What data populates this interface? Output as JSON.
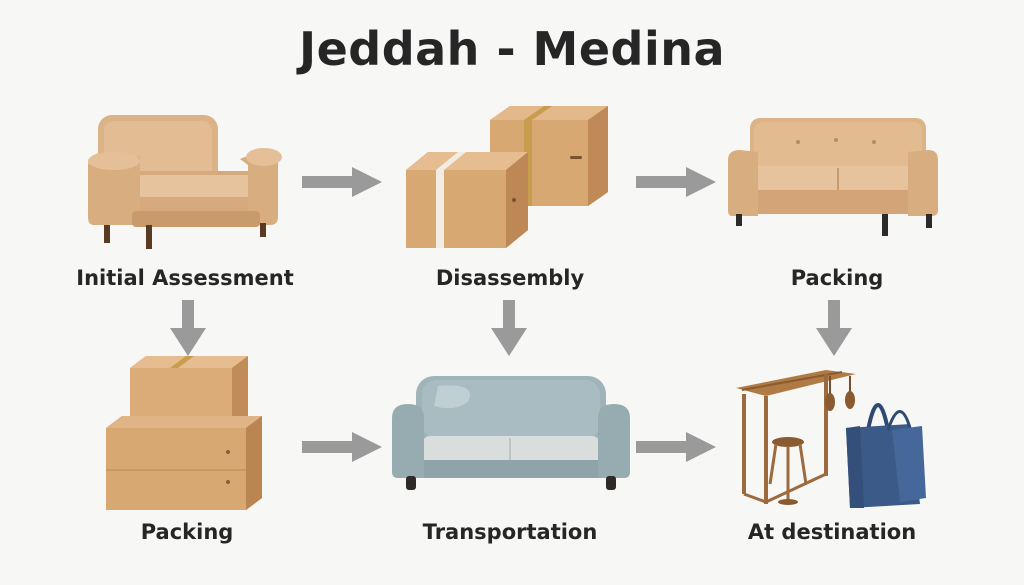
{
  "title": "Jeddah - Medina",
  "steps": [
    {
      "label": "Initial Assessment",
      "icon": "armchair-icon"
    },
    {
      "label": "Disassembly",
      "icon": "stacked-boxes-icon"
    },
    {
      "label": "Packing",
      "icon": "sofa-icon"
    },
    {
      "label": "Packing",
      "icon": "box-stack-icon"
    },
    {
      "label": "Transportation",
      "icon": "blue-sofa-icon"
    },
    {
      "label": "At destination",
      "icon": "rack-stool-bags-icon"
    }
  ],
  "colors": {
    "cardboard": "#d4a574",
    "cardboard_dark": "#b8895a",
    "furniture": "#deb487",
    "blue_sofa": "#9fb3b8",
    "arrow": "#9a9a9a",
    "text": "#262626",
    "bag": "#3b5a87",
    "wood": "#9c6a3c"
  }
}
